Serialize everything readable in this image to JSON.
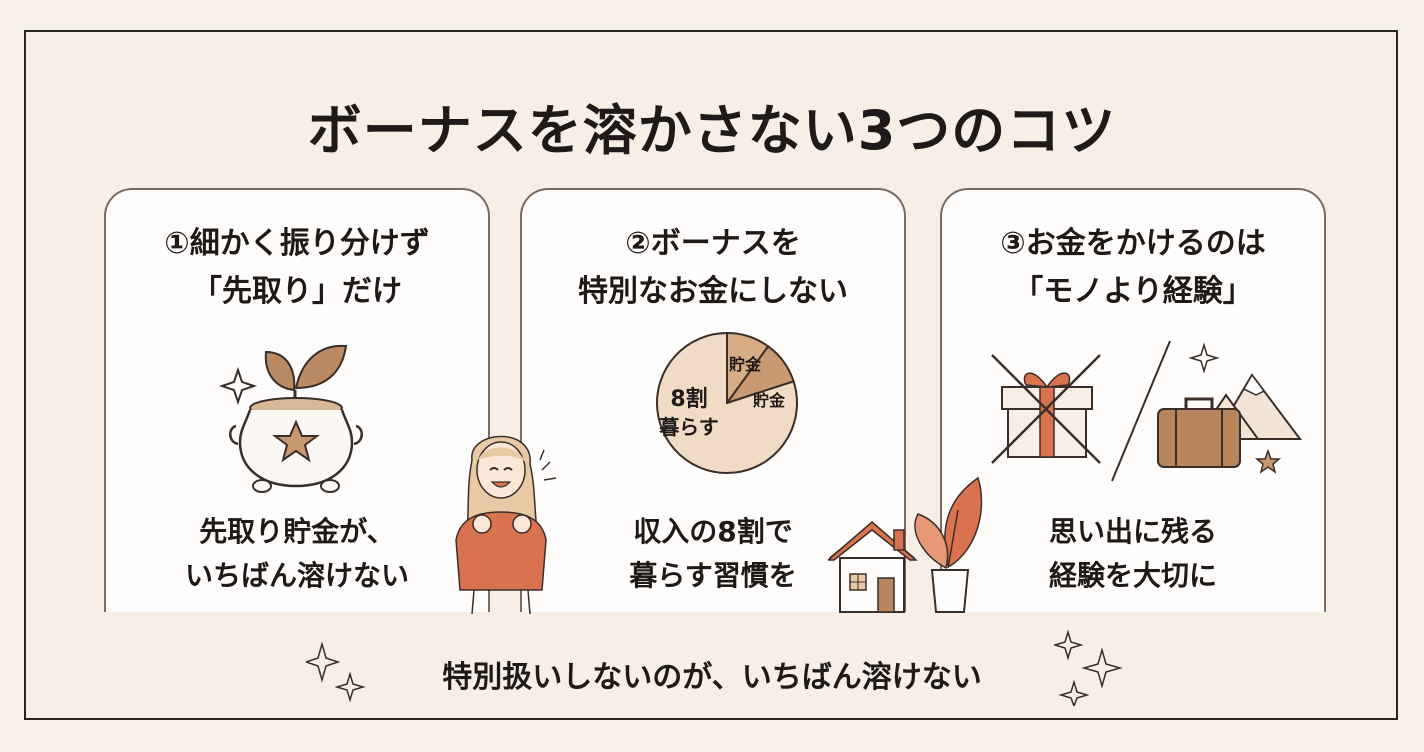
{
  "title": "ボーナスを溶かさない3つのコツ",
  "cards": [
    {
      "heading_line1": "①細かく振り分けず",
      "heading_line2": "「先取り」だけ",
      "caption_line1": "先取り貯金が、",
      "caption_line2": "いちばん溶けない",
      "illustration": "sprout-pot-icon"
    },
    {
      "heading_line1": "②ボーナスを",
      "heading_line2": "特別なお金にしない",
      "caption_line1": "収入の8割で",
      "caption_line2": "暮らす習慣を",
      "pie": {
        "slices": [
          {
            "label": "8割",
            "sublabel": "暮らす",
            "value": 80,
            "color": "#f0dcc6"
          },
          {
            "label": "貯金",
            "value": 10,
            "color": "#d6ad85"
          },
          {
            "label": "貯金",
            "value": 10,
            "color": "#c99a72"
          }
        ]
      }
    },
    {
      "heading_line1": "③お金をかけるのは",
      "heading_line2": "「モノより経験」",
      "caption_line1": "思い出に残る",
      "caption_line2": "経験を大切に",
      "illustration": "gift-crossed-vs-travel-icon"
    }
  ],
  "footer": "特別扱いしないのが、いちばん溶けない",
  "colors": {
    "background": "#f8f1ea",
    "card": "#fffdfb",
    "accent": "#d9734f",
    "brown": "#b8865e"
  }
}
